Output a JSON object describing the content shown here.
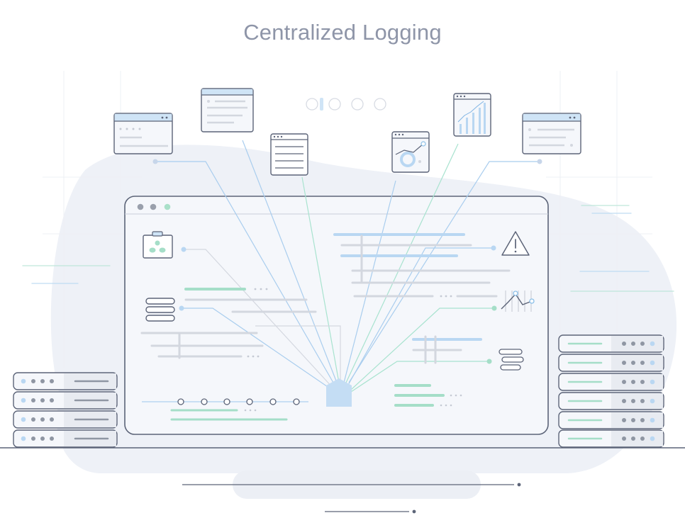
{
  "title": "Centralized Logging",
  "colors": {
    "background": "#ffffff",
    "blob": "#eef1f7",
    "panel": "#f4f6fa",
    "stroke": "#5c6478",
    "blue_line": "#a9cdee",
    "green_line": "#a8e3cf",
    "blue_bar": "#b9d7f2",
    "green_bar": "#a5dec8",
    "gray_bar": "#d3d7df"
  },
  "icons": {
    "source_windows": [
      "log-list-window",
      "log-text-window",
      "document-window",
      "analytics-chart-window",
      "bar-chart-window",
      "log-text-window"
    ],
    "left_server_rack": "server-rack-icon",
    "right_server_rack": "server-rack-icon",
    "dashboard": "dashboard-window",
    "plugin": "plugin-module-icon",
    "database": "database-stack-icon",
    "warning": "warning-triangle-icon",
    "trend": "trend-line-icon",
    "stack_list": "stack-list-icon",
    "hub": "collector-hub-icon",
    "pagination": "pagination-dots"
  }
}
